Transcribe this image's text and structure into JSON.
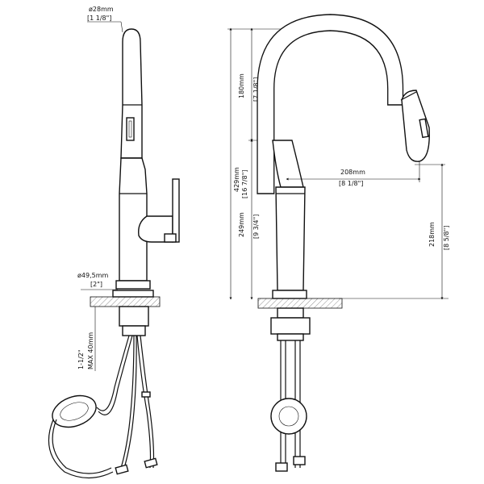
{
  "side_view": {
    "top_diameter": {
      "mm": "ø28mm",
      "inch": "[1 1/8\"]"
    },
    "base_diameter": {
      "mm": "ø49,5mm",
      "inch": "[2\"]"
    },
    "deck_thickness": {
      "inch": "1-1/2\"",
      "mm": "MAX 40mm"
    }
  },
  "front_view": {
    "total_height": {
      "mm": "429mm",
      "inch": "[16 7/8\"]"
    },
    "spout_height": {
      "mm": "180mm",
      "inch": "[7 1/8\"]"
    },
    "body_height": {
      "mm": "249mm",
      "inch": "[9 3/4\"]"
    },
    "reach": {
      "mm": "208mm",
      "inch": "[8 1/8\"]"
    },
    "spout_clearance": {
      "mm": "218mm",
      "inch": "[8 5/8\"]"
    }
  }
}
